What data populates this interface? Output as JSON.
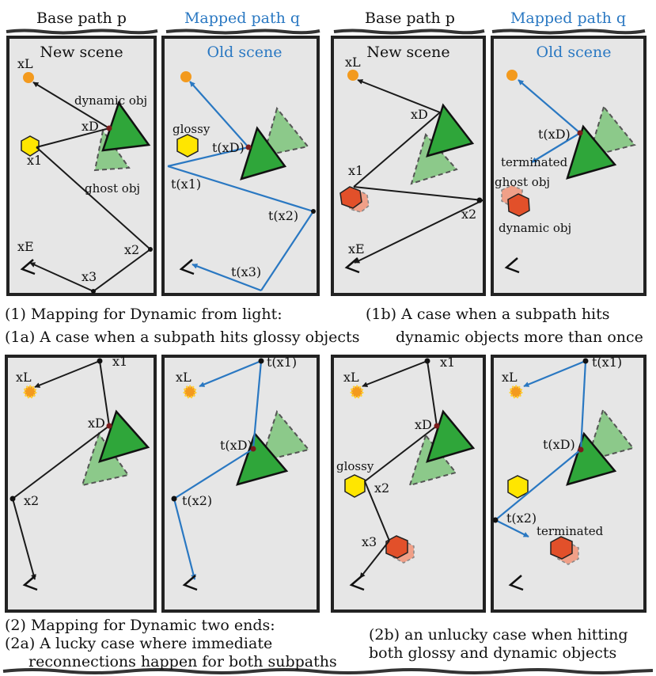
{
  "headers": {
    "base": "Base path p",
    "mapped": "Mapped path q",
    "new_scene": "New scene",
    "old_scene": "Old scene"
  },
  "labels": {
    "xL": "xL",
    "xD": "xD",
    "x1": "x1",
    "x2": "x2",
    "x3": "x3",
    "xE": "xE",
    "tx1": "t(x1)",
    "tx2": "t(x2)",
    "tx3": "t(x3)",
    "txD": "t(xD)",
    "dynamic_obj": "dynamic obj",
    "ghost_obj": "ghost obj",
    "glossy": "glossy",
    "terminated": "terminated"
  },
  "captions": {
    "c1": "(1) Mapping for Dynamic from light:",
    "c1a": "(1a) A case when a subpath hits glossy objects",
    "c1b_line1": "(1b) A case when a subpath hits",
    "c1b_line2": "dynamic objects more than once",
    "c2": "(2) Mapping for Dynamic two ends:",
    "c2a_line1": "(2a) A lucky case where immediate",
    "c2a_line2": "reconnections happen for both subpaths",
    "c2b_line1": "(2b) an unlucky case when hitting",
    "c2b_line2": "both glossy and dynamic objects"
  },
  "colors": {
    "panel_bg": "#e6e6e6",
    "frame": "#222222",
    "base_path": "#1a1a1a",
    "mapped_path": "#2a78c2",
    "dynamic_obj": "#2fa63a",
    "ghost_obj": "#8cc98a",
    "glossy": "#ffe600",
    "light_orange": "#f39a1e",
    "red_obj": "#e2502a",
    "red_ghost": "#f0a088"
  }
}
